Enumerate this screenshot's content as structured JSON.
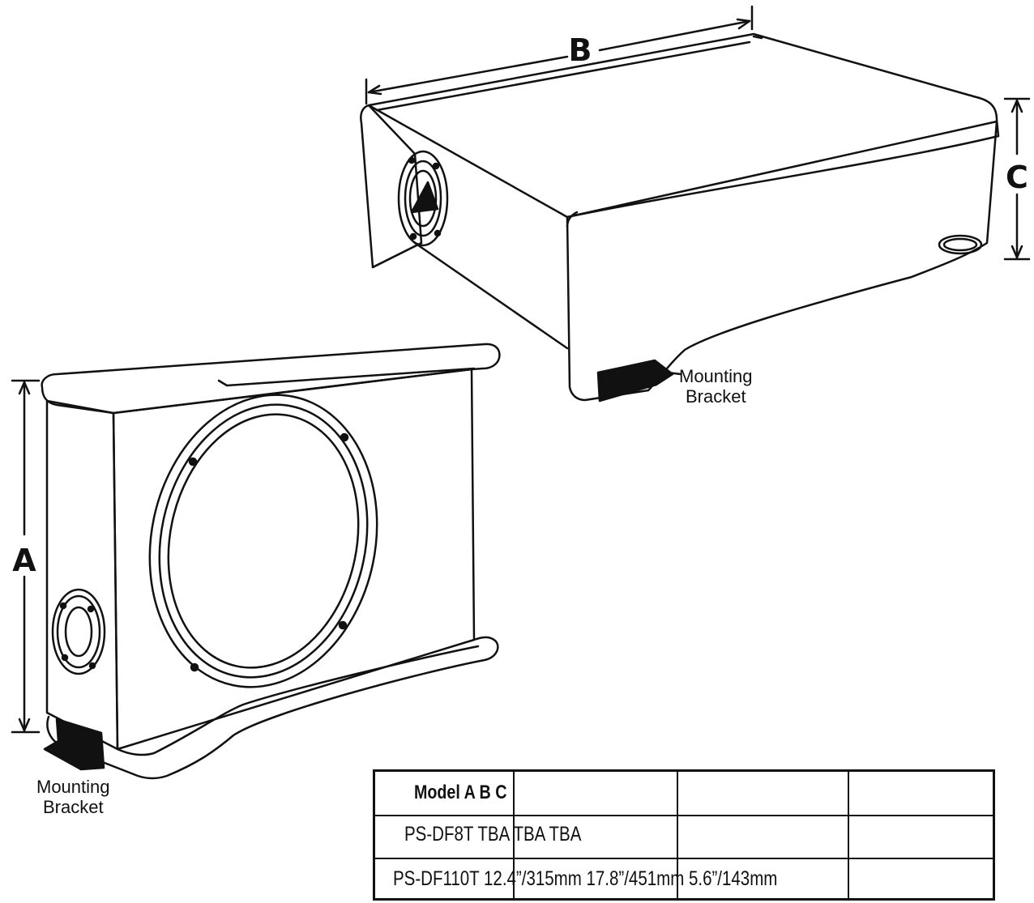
{
  "dimensions": {
    "a": "A",
    "b": "B",
    "c": "C"
  },
  "callouts": {
    "bracket_top_line1": "Mounting",
    "bracket_top_line2": "Bracket",
    "bracket_bottom_line1": "Mounting",
    "bracket_bottom_line2": "Bracket"
  },
  "table": {
    "header": "Model A B C",
    "rows": [
      "PS-DF8T TBA TBA TBA",
      "PS-DF110T 12.4”/315mm 17.8”/451mm 5.6”/143mm"
    ]
  }
}
